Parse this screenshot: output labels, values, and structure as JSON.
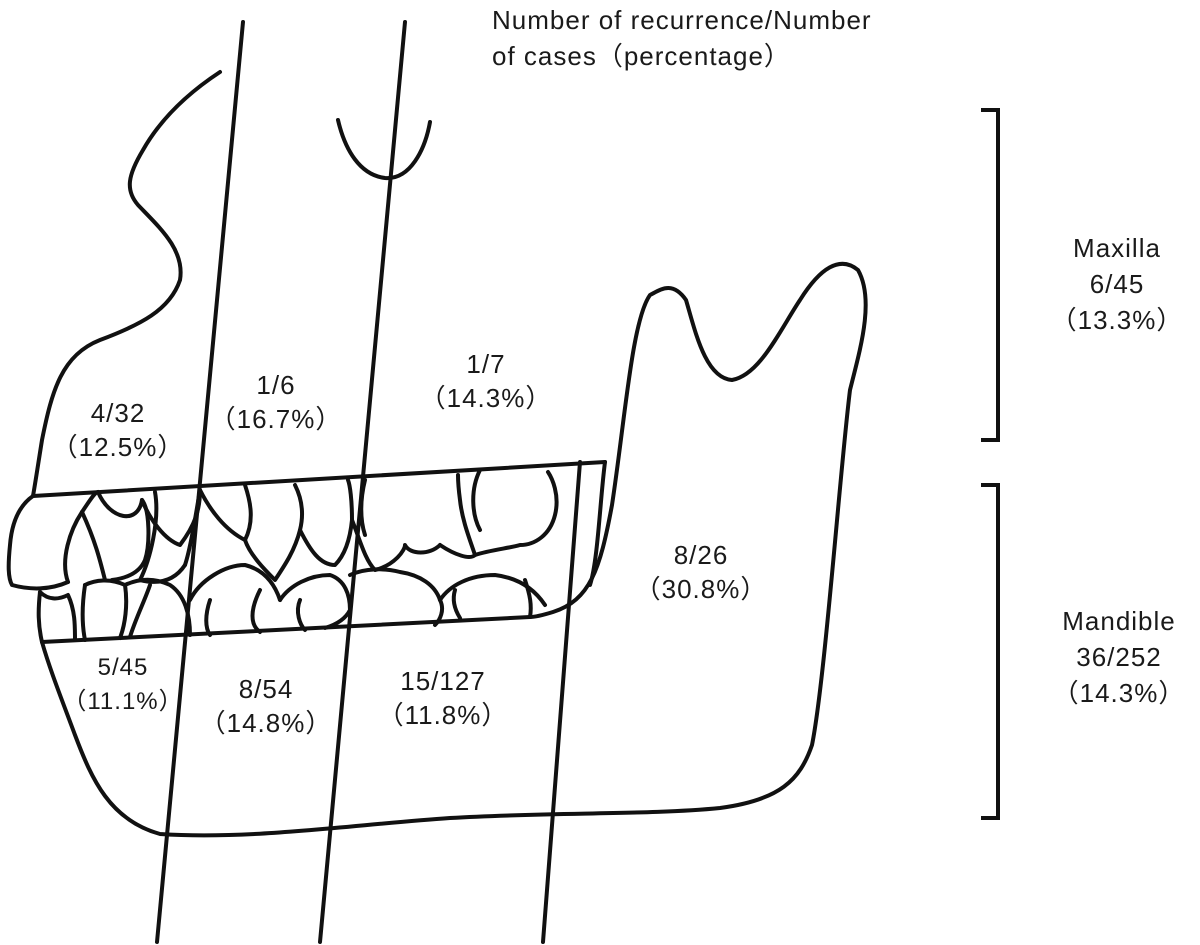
{
  "legend": {
    "line1": "Number of recurrence/Number",
    "line2": "of cases（percentage）"
  },
  "maxilla_regions": [
    {
      "ratio": "4/32",
      "percent": "（12.5%）"
    },
    {
      "ratio": "1/6",
      "percent": "（16.7%）"
    },
    {
      "ratio": "1/7",
      "percent": "（14.3%）"
    }
  ],
  "mandible_regions": [
    {
      "ratio": "5/45",
      "percent": "（11.1%）"
    },
    {
      "ratio": "8/54",
      "percent": "（14.8%）"
    },
    {
      "ratio": "15/127",
      "percent": "（11.8%）"
    },
    {
      "ratio": "8/26",
      "percent": "（30.8%）"
    }
  ],
  "totals": {
    "maxilla": {
      "name": "Maxilla",
      "ratio": "6/45",
      "percent": "（13.3%）"
    },
    "mandible": {
      "name": "Mandible",
      "ratio": "36/252",
      "percent": "（14.3%）"
    }
  }
}
